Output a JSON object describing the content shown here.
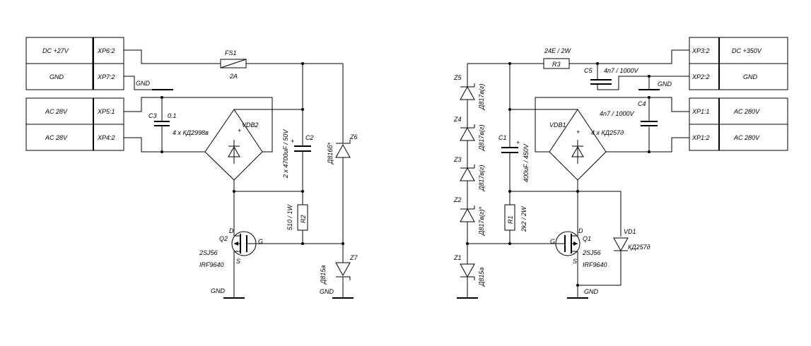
{
  "left": {
    "connectors": [
      {
        "name": "DC +27V",
        "pin": "XP6:2"
      },
      {
        "name": "GND",
        "pin": "XP7:2"
      },
      {
        "name": "AC 28V",
        "pin": "XP5:1"
      },
      {
        "name": "AC 28V",
        "pin": "XP4:2"
      }
    ],
    "gnd_labels": [
      "GND",
      "GND",
      "GND"
    ],
    "fs1": {
      "ref": "FS1",
      "value": "2A"
    },
    "c3": {
      "ref": "C3",
      "value": "0.1"
    },
    "vdb2": {
      "ref": "VDB2",
      "value": "4 x КД2998в"
    },
    "c2": {
      "ref": "C2",
      "value": "2 x 4700uF / 50V"
    },
    "z6": {
      "ref": "Z6",
      "value": "Д816б*"
    },
    "r2": {
      "ref": "R2",
      "value": "510 / 1W"
    },
    "q2": {
      "ref": "Q2",
      "part1": "2SJ56",
      "part2": "IRF9640",
      "d": "D",
      "g": "G",
      "s": "S"
    },
    "z7": {
      "ref": "Z7",
      "value": "Д815а"
    }
  },
  "right": {
    "connectors": [
      {
        "pin": "XP3:2",
        "name": "DC +350V"
      },
      {
        "pin": "XP2:2",
        "name": "GND"
      },
      {
        "pin": "XP1:1",
        "name": "AC 280V"
      },
      {
        "pin": "XP1:2",
        "name": "AC 280V"
      }
    ],
    "gnd_labels": [
      "GND",
      "GND"
    ],
    "r3": {
      "ref": "R3",
      "value": "24E / 2W"
    },
    "c5": {
      "ref": "C5",
      "value": "4n7 / 1000V"
    },
    "c4": {
      "ref": "C4",
      "value": "4n7 / 1000V"
    },
    "vdb1": {
      "ref": "VDB1",
      "value": "4 x КД257д"
    },
    "c1": {
      "ref": "C1",
      "value": "400uF / 450V"
    },
    "z5": {
      "ref": "Z5",
      "value": "Д817в(г)"
    },
    "z4": {
      "ref": "Z4",
      "value": "Д817в(г)"
    },
    "z3": {
      "ref": "Z3",
      "value": "Д817в(г)"
    },
    "z2": {
      "ref": "Z2",
      "value": "Д817в(г)*"
    },
    "z1": {
      "ref": "Z1",
      "value": "Д815а"
    },
    "r1": {
      "ref": "R1",
      "value": "2k2 / 2W"
    },
    "q1": {
      "ref": "Q1",
      "part1": "2SJ56",
      "part2": "IRF9640",
      "d": "D",
      "g": "G",
      "s": "S"
    },
    "vd1": {
      "ref": "VD1",
      "value": "КД257д"
    }
  },
  "plus_sign": "+"
}
